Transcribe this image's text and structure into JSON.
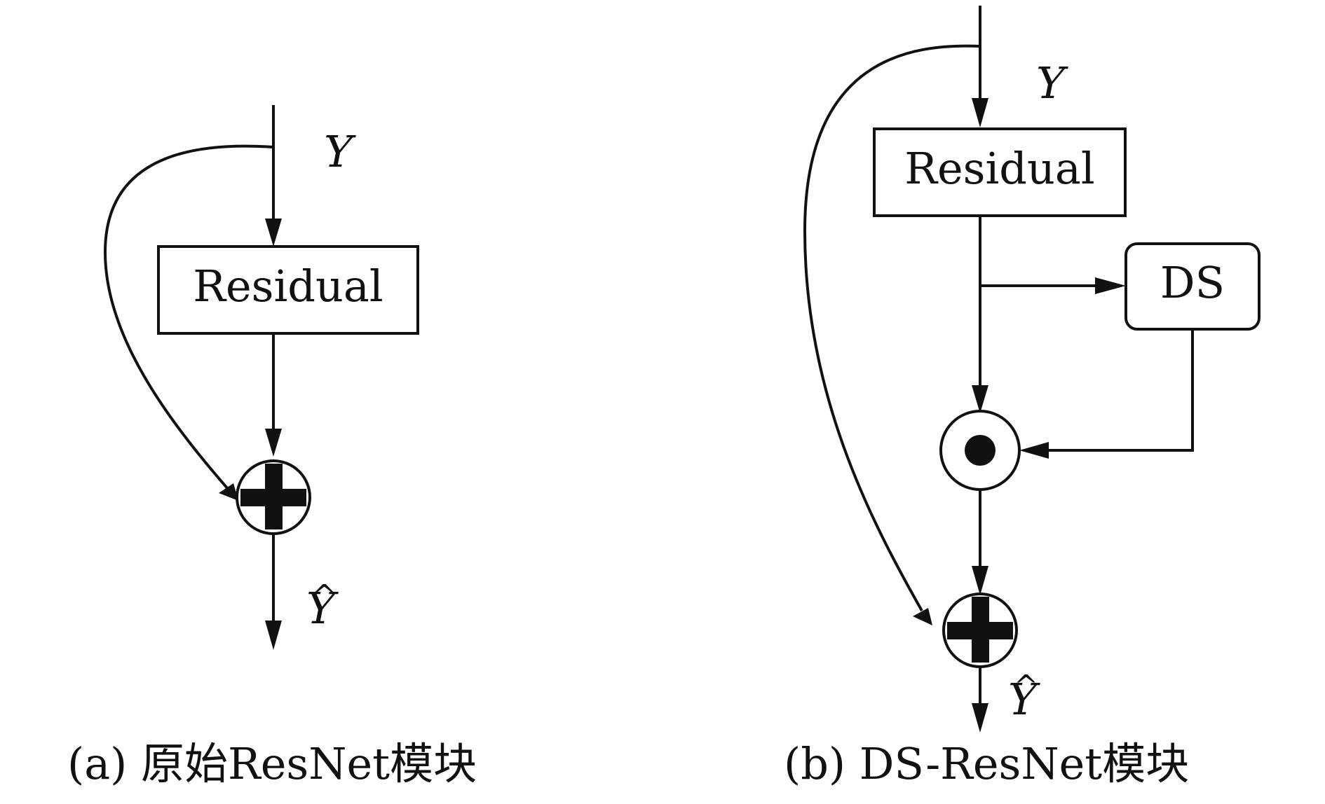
{
  "diagram_a": {
    "input_label": "Y",
    "residual_label": "Residual",
    "output_label": "Y",
    "output_hat": "^",
    "caption": "(a) 原始ResNet模块"
  },
  "diagram_b": {
    "input_label": "Y",
    "residual_label": "Residual",
    "ds_label": "DS",
    "output_label": "Y",
    "output_hat": "^",
    "caption": "(b) DS-ResNet模块"
  },
  "colors": {
    "stroke": "#111111",
    "background": "#ffffff"
  }
}
